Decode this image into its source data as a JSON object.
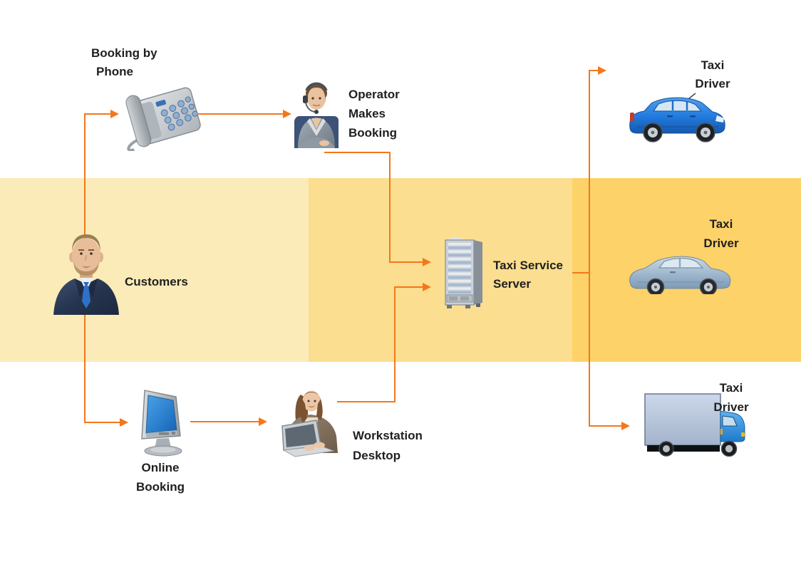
{
  "diagram": {
    "type": "taxi-service-booking-workflow",
    "colors": {
      "connector": "#F4771C",
      "band_left": "#FBEBB8",
      "band_middle": "#FBDE8F",
      "band_right": "#FDD269",
      "label": "#1F1F1F",
      "background": "#FFFFFF"
    },
    "nodes": {
      "booking_by_phone": {
        "icon": "telephone-icon",
        "lines": [
          "Booking by",
          "Phone"
        ]
      },
      "operator": {
        "icon": "operator-icon",
        "lines": [
          "Operator",
          "Makes",
          "Booking"
        ]
      },
      "customers": {
        "icon": "customer-icon",
        "lines": [
          "Customers"
        ]
      },
      "taxi_service_server": {
        "icon": "server-rack-icon",
        "lines": [
          "Taxi Service",
          "Server"
        ]
      },
      "taxi_driver": {
        "icon": "vehicle-icon",
        "lines": [
          "Taxi",
          "Driver"
        ]
      },
      "online_booking": {
        "icon": "monitor-icon",
        "lines": [
          "Online",
          "Booking"
        ]
      },
      "workstation_desktop": {
        "icon": "woman-laptop-icon",
        "lines": [
          "Workstation",
          "Desktop"
        ]
      }
    }
  }
}
